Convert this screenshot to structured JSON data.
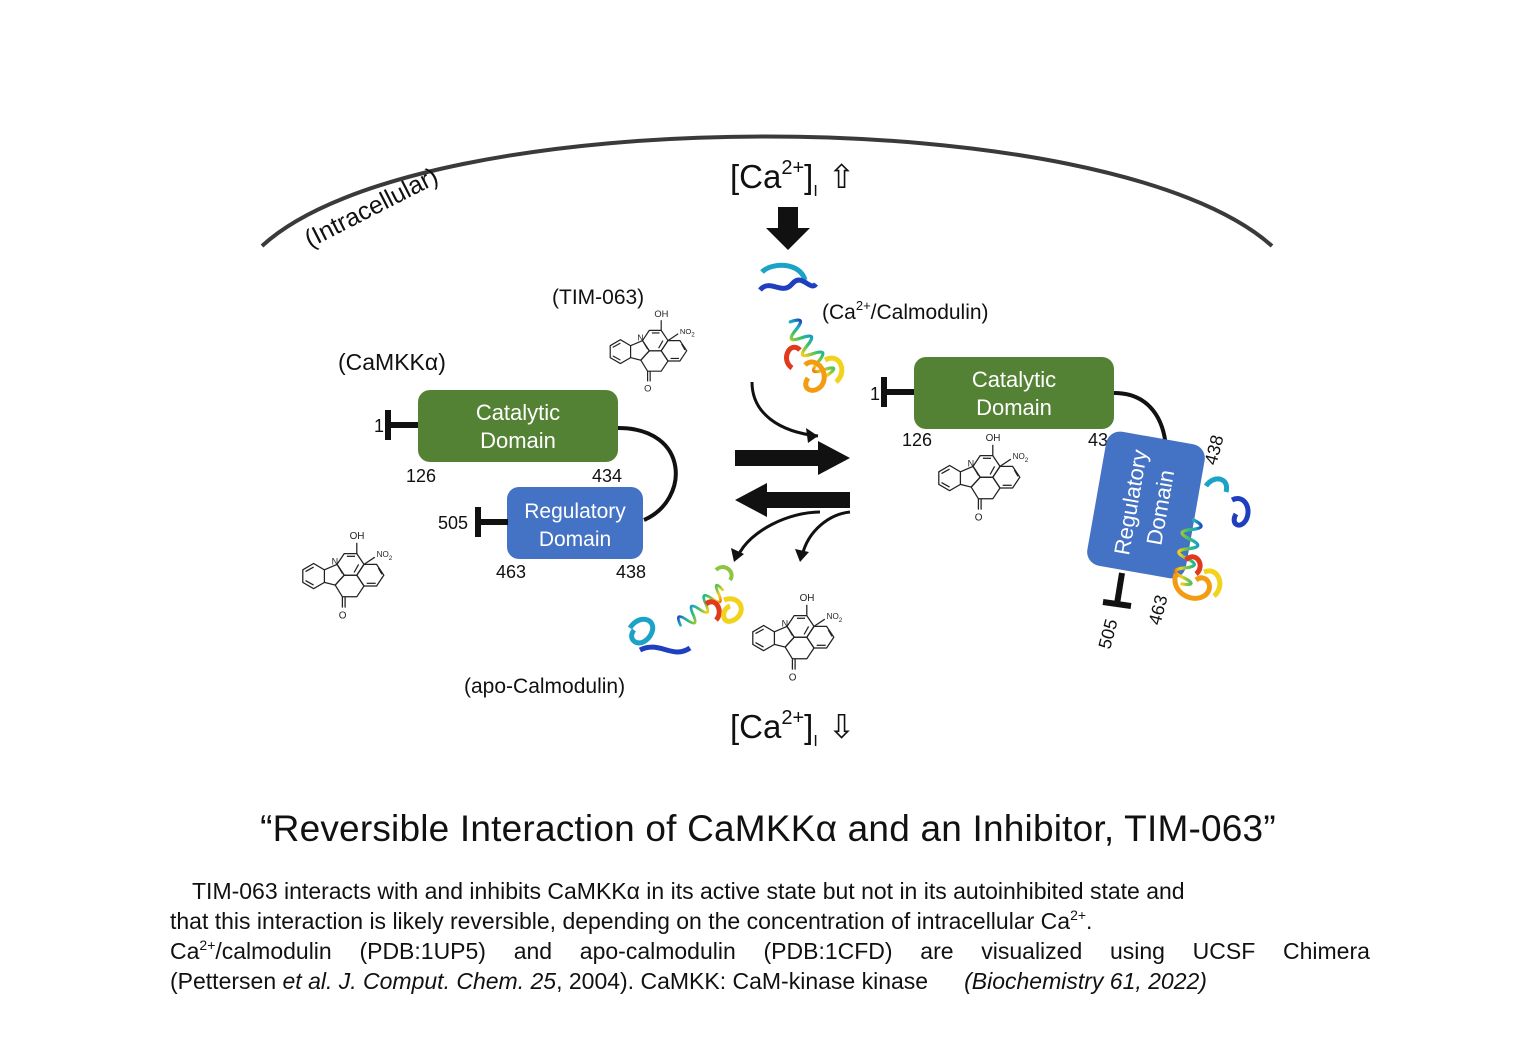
{
  "diagram": {
    "compartment_label": "(Intracellular)",
    "ca_up": {
      "base": "[Ca",
      "sup": "2+",
      "close": "]",
      "sub": "I",
      "arrow": "⇧"
    },
    "ca_down": {
      "base": "[Ca",
      "sup": "2+",
      "close": "]",
      "sub": "I",
      "arrow": "⇩"
    },
    "inhibitor_label": "(TIM-063)",
    "ca_calmodulin_label": {
      "open": "(Ca",
      "sup": "2+",
      "rest": "/Calmodulin)"
    },
    "apo_calmodulin_label": "(apo-Calmodulin)",
    "enzyme_label": "(CaMKKα)",
    "molecule": {
      "oh": "OH",
      "no2": "NO",
      "no2_sub": "2",
      "n": "N",
      "o": "O"
    },
    "left_state": {
      "catalytic_line1": "Catalytic",
      "catalytic_line2": "Domain",
      "regulatory_line1": "Regulatory",
      "regulatory_line2": "Domain",
      "res_1": "1",
      "res_126": "126",
      "res_434": "434",
      "res_505": "505",
      "res_463": "463",
      "res_438": "438"
    },
    "right_state": {
      "catalytic_line1": "Catalytic",
      "catalytic_line2": "Domain",
      "regulatory_line1": "Regulatory",
      "regulatory_line2": "Domain",
      "res_1": "1",
      "res_126": "126",
      "res_434": "434",
      "res_438": "438",
      "res_463": "463",
      "res_505": "505"
    },
    "colors": {
      "catalytic": "#548235",
      "regulatory": "#4472c4",
      "outline": "#111111",
      "ribbon": [
        "#1f3fbf",
        "#1aa3c7",
        "#2fbf71",
        "#8cc63f",
        "#f2d21b",
        "#f39c12",
        "#e03a1e"
      ]
    }
  },
  "title": "“Reversible Interaction of CaMKKα and an Inhibitor, TIM-063”",
  "caption": {
    "l1": "TIM-063 interacts with and inhibits CaMKKα in its active state but not in its autoinhibited state and",
    "l2": "that this interaction is likely reversible, depending on the concentration of intracellular Ca",
    "l2_sup": "2+",
    "l2_end": ".",
    "l3_words": [
      "Ca",
      "/calmodulin",
      "(PDB:1UP5)",
      "and",
      "apo-calmodulin",
      "(PDB:1CFD)",
      "are",
      "visualized",
      "using",
      "UCSF",
      "Chimera"
    ],
    "l3_sup": "2+",
    "l4_a": "(Pettersen ",
    "l4_i1": "et al. J. Comput. Chem. 25",
    "l4_b": ", 2004). CaMKK: CaM-kinase kinase",
    "l4_ref": "(Biochemistry 61, 2022)"
  }
}
